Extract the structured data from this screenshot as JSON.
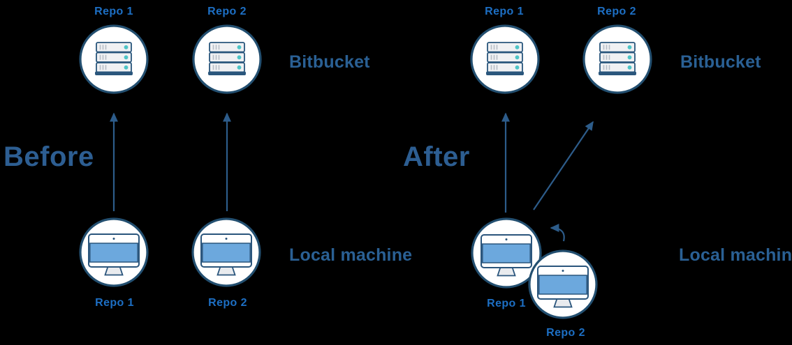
{
  "colors": {
    "background": "#000000",
    "section_title": "#2d5e92",
    "row_label": "#2a6094",
    "repo_label": "#1d6fc4",
    "circle_border": "#234f70",
    "circle_fill": "#ffffff",
    "arrow": "#2d5c8a",
    "server_fill": "#f0f1f3",
    "server_tick": "#b6bdc6",
    "server_dot_teal": "#4fc4c6",
    "monitor_screen_blue": "#6ca8dd",
    "monitor_stand_fill": "#e9ebee"
  },
  "icons": {
    "server": "server-stack-icon",
    "machine": "desktop-monitor-icon",
    "push": "up-arrow",
    "merge": "curved-left-arrow"
  },
  "before": {
    "title": "Before",
    "bitbucket_label": "Bitbucket",
    "local_machine_label": "Local machine",
    "top_repos": [
      "Repo 1",
      "Repo 2"
    ],
    "bottom_repos": [
      "Repo 1",
      "Repo 2"
    ]
  },
  "after": {
    "title": "After",
    "bitbucket_label": "Bitbucket",
    "local_machine_label": "Local machine",
    "top_repos": [
      "Repo 1",
      "Repo 2"
    ],
    "bottom_repos": [
      "Repo 1",
      "Repo 2"
    ]
  }
}
